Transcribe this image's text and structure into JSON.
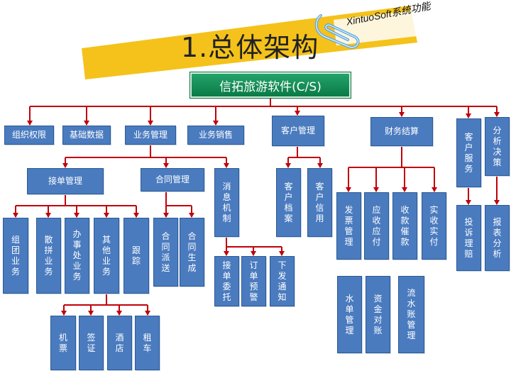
{
  "title": "1.总体架构",
  "subtitle": "XintuoSoft系统功能",
  "root": "信拓旅游软件(C/S)",
  "colors": {
    "node": "#4a7bbf",
    "root": "#1e9460",
    "line": "#c0000a",
    "banner": "#f4c21a"
  },
  "nodes": {
    "zzqx": "组织权限",
    "jcsj": "基础数据",
    "ywgl": "业务管理",
    "ywxs": "业务销售",
    "khgl": "客户管理",
    "cwjs": "财务结算",
    "khfw": "客户服务",
    "fxjc": "分析决策",
    "jdgl": "接单管理",
    "htgl": "合同管理",
    "xxjz": "消息机制",
    "khda": "客户档案",
    "khxy": "客户信用",
    "fpgl": "发票管理",
    "yszf": "应收应付",
    "kccs": "收款催款",
    "sfss": "实收实付",
    "tslp": "投诉理赔",
    "bbfx": "报表分析",
    "ztyw": "组团业务",
    "spyw": "散拼业务",
    "bscyw": "办事处业务",
    "qtyw": "其他业务",
    "gz": "跟踪",
    "htps": "合同派送",
    "htsc": "合同生成",
    "jdwt": "接单委托",
    "dyyj": "订单预警",
    "xftz": "下发通知",
    "sdgl": "水单管理",
    "zjdz": "资金对账",
    "lszgl": "流水账管理",
    "jp": "机票",
    "qz": "签证",
    "jd": "酒店",
    "zc": "租车"
  }
}
